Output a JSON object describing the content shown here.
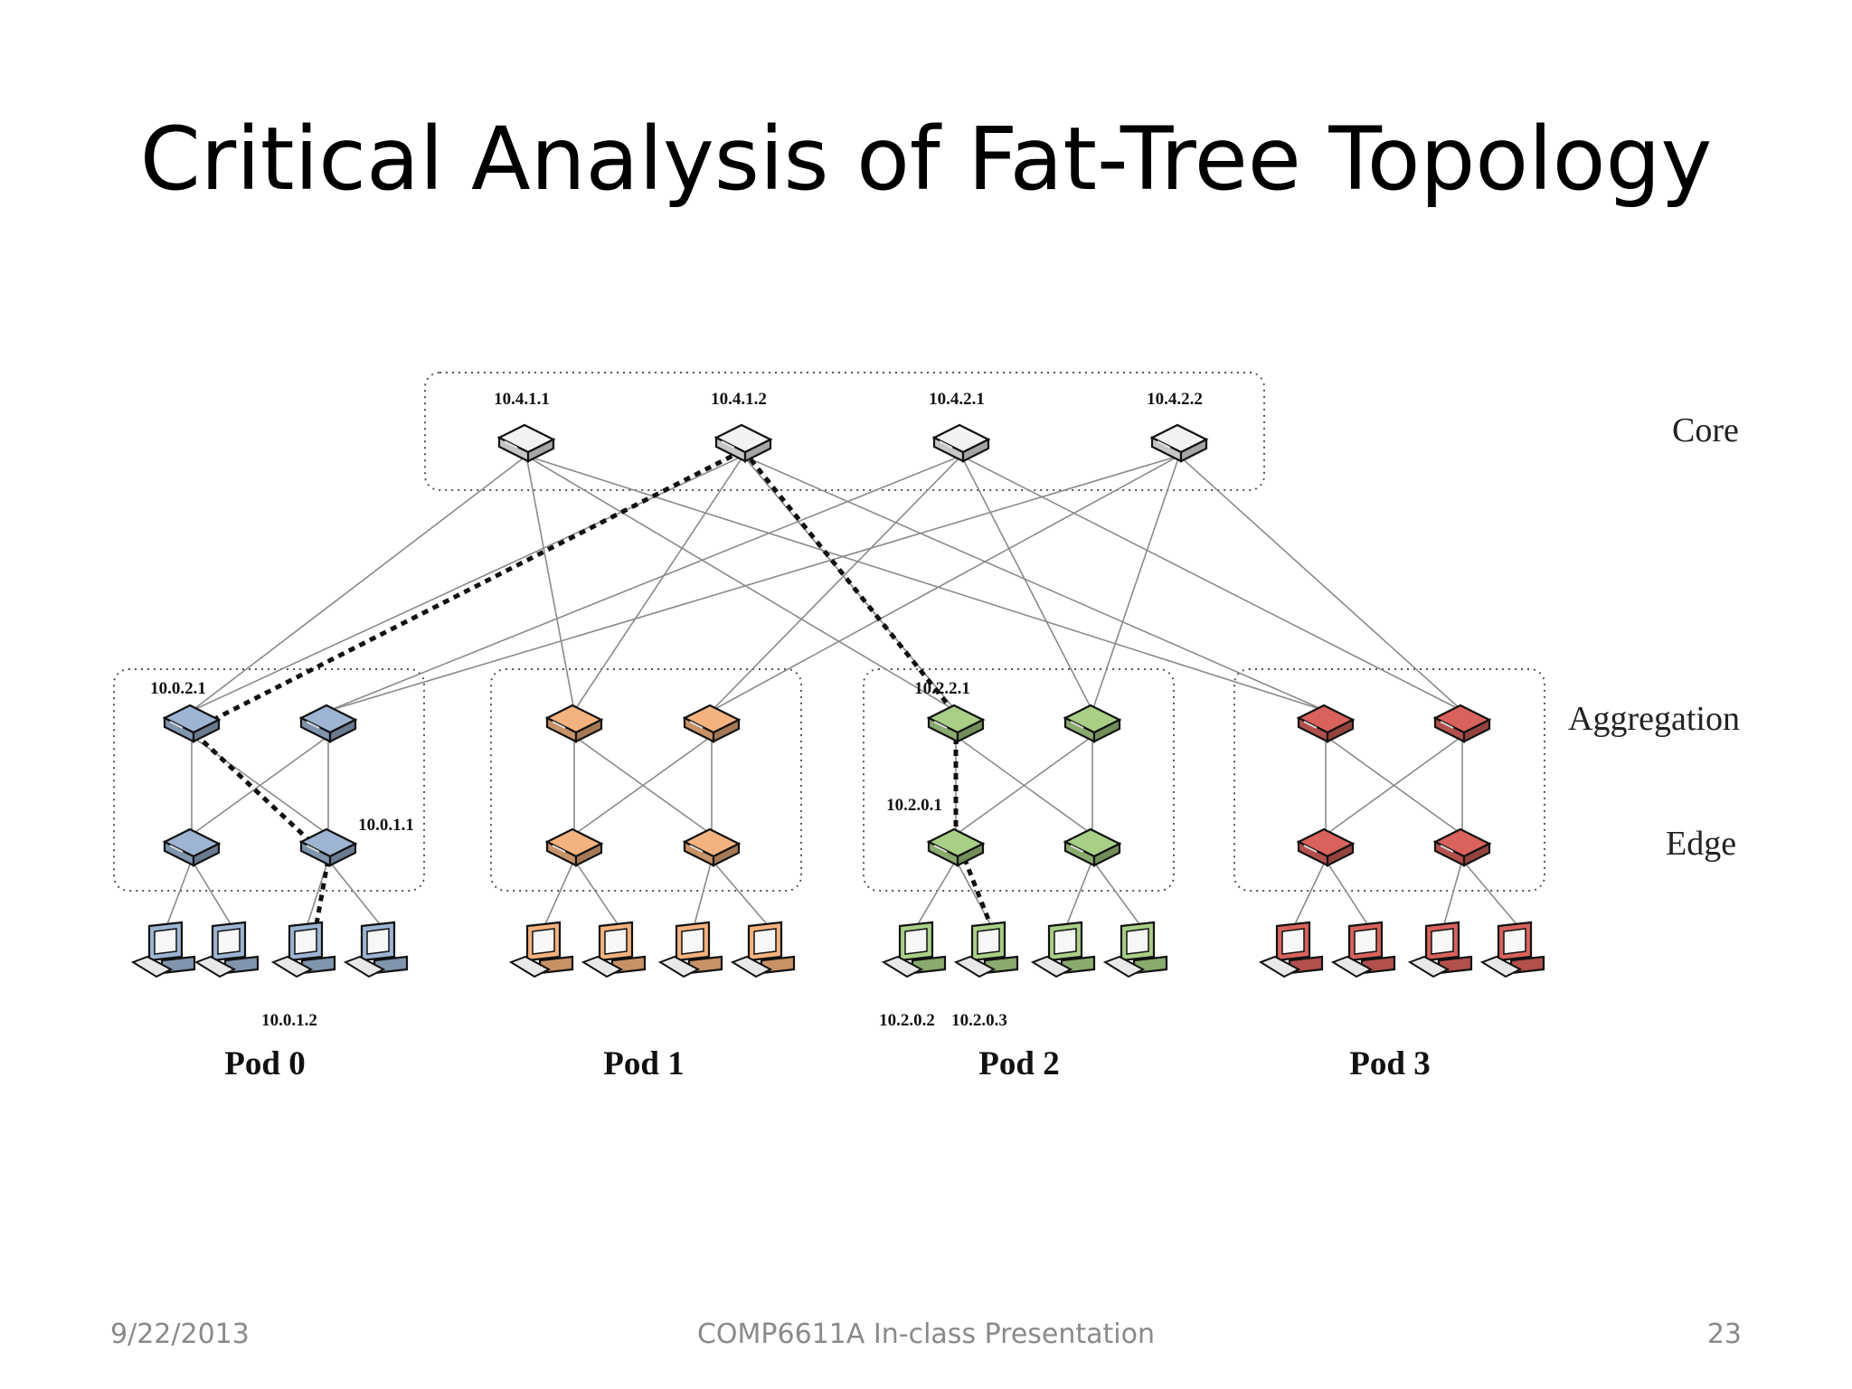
{
  "title": "Critical Analysis of Fat-Tree Topology",
  "footer": {
    "date": "9/22/2013",
    "course": "COMP6611A In-class Presentation",
    "page": "23"
  },
  "layers": {
    "core": "Core",
    "aggregation": "Aggregation",
    "edge": "Edge"
  },
  "core_switches": [
    {
      "ip": "10.4.1.1"
    },
    {
      "ip": "10.4.1.2"
    },
    {
      "ip": "10.4.2.1"
    },
    {
      "ip": "10.4.2.2"
    }
  ],
  "pods": [
    {
      "label": "Pod 0",
      "color": "#9db4d3",
      "aggregation": [
        "10.0.2.1",
        ""
      ],
      "edge": [
        "",
        "10.0.1.1"
      ],
      "hosts": [
        "",
        "",
        "10.0.1.2",
        ""
      ]
    },
    {
      "label": "Pod 1",
      "color": "#f4b27e",
      "aggregation": [
        "",
        ""
      ],
      "edge": [
        "",
        ""
      ],
      "hosts": [
        "",
        "",
        "",
        ""
      ]
    },
    {
      "label": "Pod 2",
      "color": "#a9cf86",
      "aggregation": [
        "10.2.2.1",
        ""
      ],
      "edge": [
        "10.2.0.1",
        ""
      ],
      "hosts": [
        "10.2.0.2",
        "10.2.0.3",
        "",
        ""
      ]
    },
    {
      "label": "Pod 3",
      "color": "#d9625c",
      "aggregation": [
        "",
        ""
      ],
      "edge": [
        "",
        ""
      ],
      "hosts": [
        "",
        "",
        "",
        ""
      ]
    }
  ],
  "colors": {
    "core_switch": "#f2f2f2",
    "link": "#8a8a8a",
    "highlighted_path": "#111111"
  },
  "icons": {
    "switch": "switch-icon",
    "host": "computer-icon"
  },
  "highlighted_path": [
    "10.0.1.2",
    "10.0.1.1",
    "10.0.2.1",
    "10.4.1.2",
    "10.2.2.1",
    "10.2.0.1",
    "10.2.0.3"
  ]
}
